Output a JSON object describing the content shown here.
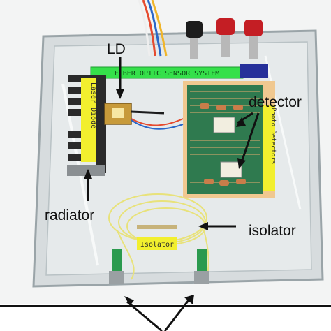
{
  "labels": {
    "ld": "LD",
    "detector": "detector",
    "radiator": "radiator",
    "isolator": "isolator"
  },
  "board_texts": {
    "banner": "FIBER OPTIC SENSOR SYSTEM",
    "laser_tag": "Laser Diode",
    "detector_tag": "Photo Detectors",
    "isolator_tag": "Isolator"
  },
  "colors": {
    "frame": "#d7dcde",
    "banner": "#35e04a",
    "tag_yellow": "#f2ef2e",
    "pcb": "#2f7a4f",
    "pcb_edge": "#f0c890",
    "heatsink": "#2a2a2a",
    "knob_red": "#c41e24",
    "knob_black": "#1c1c1c",
    "fiber": "#e8e27a"
  }
}
